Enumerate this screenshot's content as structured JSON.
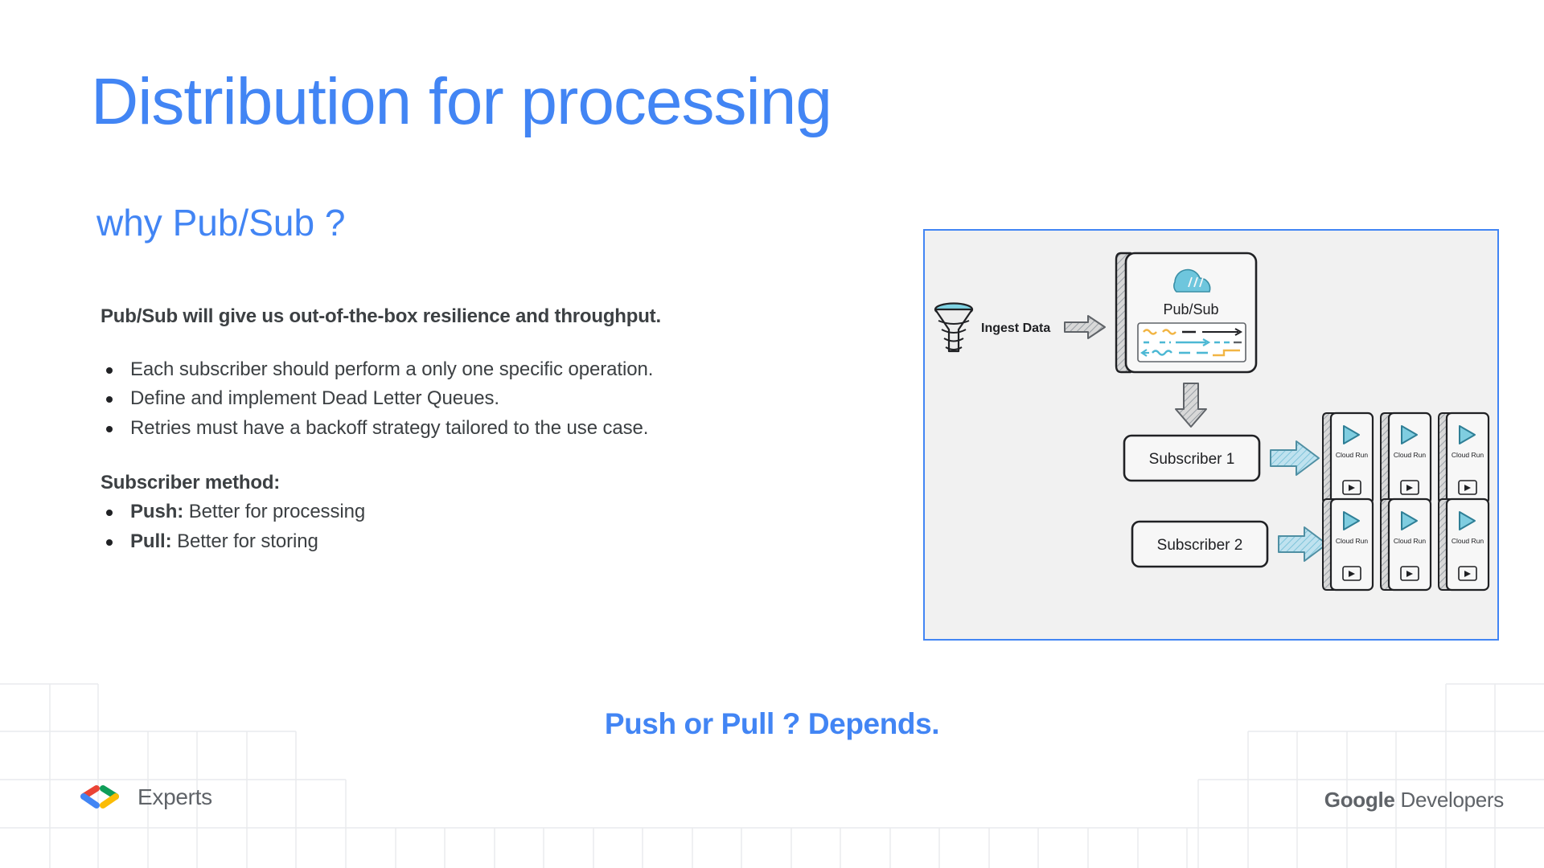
{
  "slide": {
    "title": "Distribution for processing",
    "subtitle": "why Pub/Sub ?",
    "lead": "Pub/Sub will give us out-of-the-box resilience and throughput.",
    "bullets": [
      "Each subscriber should perform a only one specific operation.",
      "Define and implement Dead Letter Queues.",
      "Retries must have a backoff strategy tailored to the use case."
    ],
    "section_head": "Subscriber method:",
    "method_bullets": [
      {
        "term": "Push:",
        "desc": "Better for processing"
      },
      {
        "term": "Pull:",
        "desc": "Better for storing"
      }
    ],
    "closing": "Push or Pull ? Depends."
  },
  "footer": {
    "left_label": "Experts",
    "right_brand": "Google",
    "right_product": "Developers"
  },
  "diagram": {
    "ingest_label": "Ingest Data",
    "pubsub_label": "Pub/Sub",
    "subscriber_1": "Subscriber 1",
    "subscriber_2": "Subscriber 2",
    "cloud_run_label": "Cloud Run",
    "cloud_run_row_1": [
      "Cloud Run",
      "Cloud Run",
      "Cloud Run"
    ],
    "cloud_run_row_2": [
      "Cloud Run",
      "Cloud Run",
      "Cloud Run"
    ]
  },
  "colors": {
    "accent_blue": "#4285F4",
    "text_dark": "#3c4043",
    "muted_gray": "#5f6368",
    "grid_line": "#e8eaed",
    "diagram_bg": "#f1f1f1",
    "cyan": "#6ecadc",
    "amber": "#f2b544",
    "google_red": "#EA4335",
    "google_blue": "#4285F4",
    "google_green": "#0F9D58",
    "google_yellow": "#FBBC05"
  }
}
